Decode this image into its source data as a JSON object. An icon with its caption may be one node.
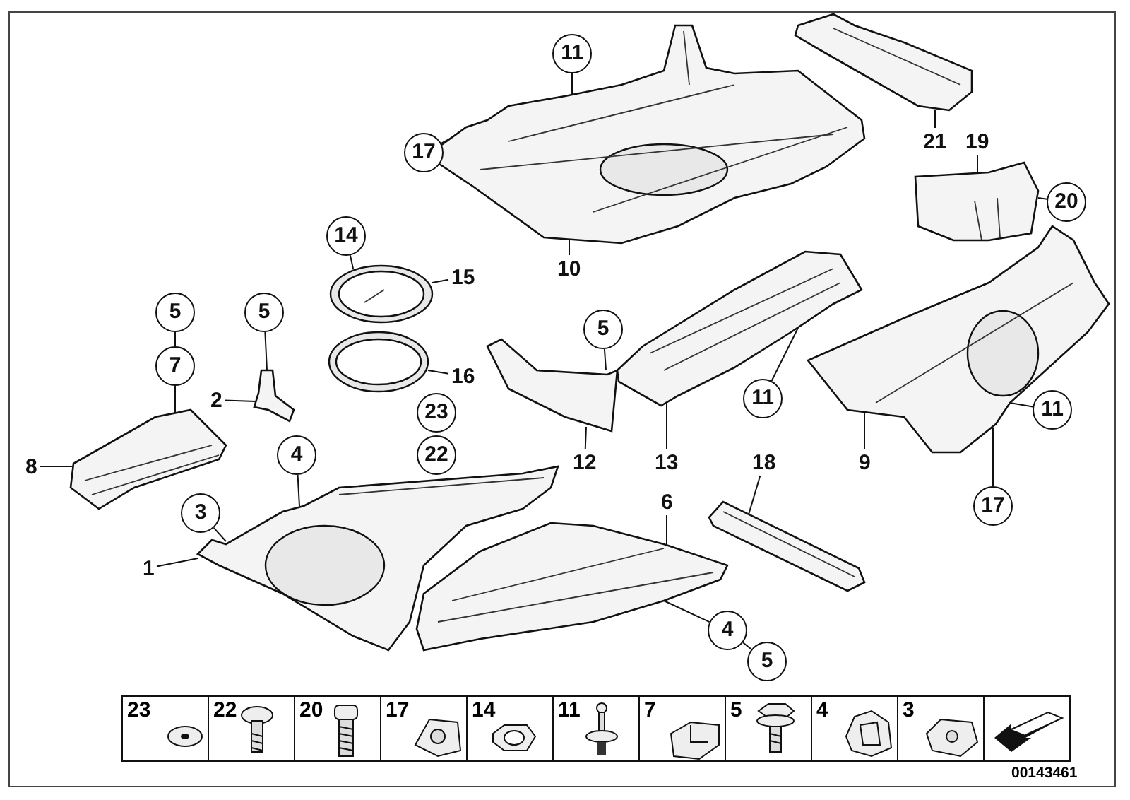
{
  "diagram": {
    "nodes": [
      {
        "text": [],
        "shape": "picture"
      },
      {
        "text": [],
        "shape": "picture"
      },
      {
        "text": [],
        "shape": "picture"
      },
      {
        "text": [],
        "shape": "picture"
      },
      {
        "text": [],
        "shape": "picture"
      },
      {
        "text": [],
        "shape": "picture"
      },
      {
        "text": [],
        "shape": "picture"
      },
      {
        "text": [],
        "shape": "picture"
      },
      {
        "text": [],
        "shape": "picture"
      },
      {
        "text": [],
        "shape": "picture"
      },
      {
        "text": [],
        "shape": "picture"
      },
      {
        "text": [],
        "shape": "picture"
      },
      {
        "text": [],
        "shape": "picture"
      },
      {
        "text": [
          "11"
        ]
      },
      {
        "text": [
          "17"
        ]
      },
      {
        "text": [
          "10"
        ]
      },
      {
        "text": [
          "21"
        ]
      },
      {
        "text": [
          "19"
        ]
      },
      {
        "text": [
          "20"
        ]
      },
      {
        "text": [
          "14"
        ]
      },
      {
        "text": [
          "15"
        ]
      },
      {
        "text": [
          "5"
        ]
      },
      {
        "text": [
          "7"
        ]
      },
      {
        "text": [
          "5"
        ]
      },
      {
        "text": [
          "2"
        ]
      },
      {
        "text": [
          "16"
        ]
      },
      {
        "text": [
          "23"
        ]
      },
      {
        "text": [
          "22"
        ]
      },
      {
        "text": [
          "5"
        ]
      },
      {
        "text": [
          "12"
        ]
      },
      {
        "text": [
          "13"
        ]
      },
      {
        "text": [
          "11"
        ]
      },
      {
        "text": [
          "18"
        ]
      },
      {
        "text": [
          "9"
        ]
      },
      {
        "text": [
          "11"
        ]
      },
      {
        "text": [
          "17"
        ]
      },
      {
        "text": [
          "4"
        ]
      },
      {
        "text": [
          "3"
        ]
      },
      {
        "text": [
          "1"
        ]
      },
      {
        "text": [
          "8"
        ]
      },
      {
        "text": [
          "6"
        ]
      },
      {
        "text": [
          "4"
        ]
      },
      {
        "text": [
          "5"
        ]
      }
    ],
    "edges": [
      {
        "from": 13,
        "to": 0,
        "arrow": "none"
      },
      {
        "from": 14,
        "to": 0,
        "arrow": "none"
      },
      {
        "from": 15,
        "to": 0,
        "arrow": "none"
      },
      {
        "from": 16,
        "to": 1,
        "arrow": "none"
      },
      {
        "from": 17,
        "to": 2,
        "arrow": "none"
      },
      {
        "from": 18,
        "to": 2,
        "arrow": "none"
      },
      {
        "from": 19,
        "to": 3,
        "arrow": "none"
      },
      {
        "from": 20,
        "to": 3,
        "arrow": "none"
      },
      {
        "from": 21,
        "to": 22,
        "arrow": "none"
      },
      {
        "from": 22,
        "to": 6,
        "arrow": "none"
      },
      {
        "from": 23,
        "to": 5,
        "arrow": "none"
      },
      {
        "from": 24,
        "to": 5,
        "arrow": "none"
      },
      {
        "from": 25,
        "to": 4,
        "arrow": "none"
      },
      {
        "from": 28,
        "to": 8,
        "arrow": "none"
      },
      {
        "from": 29,
        "to": 8,
        "arrow": "none"
      },
      {
        "from": 30,
        "to": 9,
        "arrow": "none"
      },
      {
        "from": 31,
        "to": 9,
        "arrow": "none"
      },
      {
        "from": 32,
        "to": 12,
        "arrow": "none"
      },
      {
        "from": 33,
        "to": 10,
        "arrow": "none"
      },
      {
        "from": 34,
        "to": 10,
        "arrow": "none"
      },
      {
        "from": 35,
        "to": 10,
        "arrow": "none"
      },
      {
        "from": 36,
        "to": 7,
        "arrow": "none"
      },
      {
        "from": 37,
        "to": 7,
        "arrow": "none"
      },
      {
        "from": 38,
        "to": 7,
        "arrow": "none"
      },
      {
        "from": 39,
        "to": 6,
        "arrow": "none"
      },
      {
        "from": 40,
        "to": 11,
        "arrow": "none"
      },
      {
        "from": 41,
        "to": 11,
        "arrow": "none"
      },
      {
        "from": 42,
        "to": 41,
        "arrow": "none"
      }
    ],
    "labels": [
      "23",
      "22",
      "20",
      "17",
      "14",
      "11",
      "7",
      "5",
      "4",
      "3",
      "00143461"
    ]
  }
}
